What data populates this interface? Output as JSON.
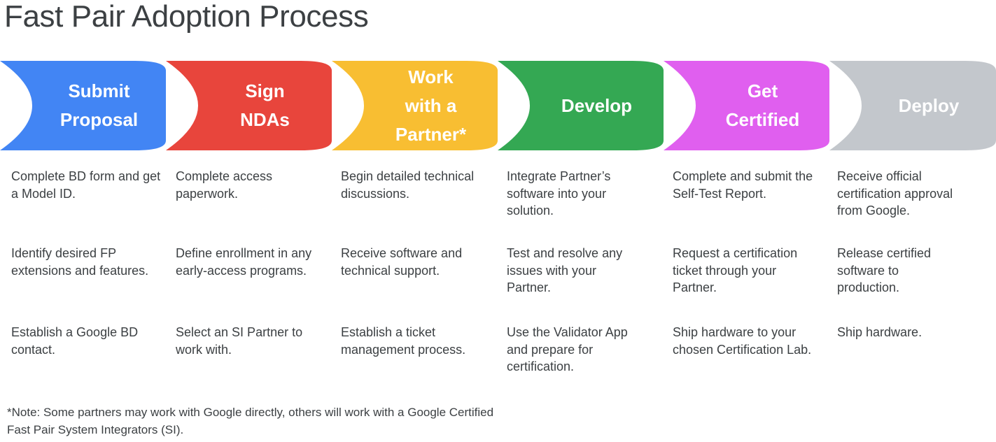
{
  "page": {
    "title": "Fast Pair Adoption Process",
    "footnote": "*Note: Some partners may work with Google directly, others will work with a Google Certified Fast Pair System Integrators (SI)."
  },
  "colors": {
    "blue": "#4285F4",
    "red": "#E8453C",
    "yellow": "#F8BE32",
    "green": "#34A853",
    "magenta": "#E05FEF",
    "gray": "#C3C7CC",
    "text": "#3c4043",
    "label_text": "#FFFFFF",
    "background": "#FFFFFF"
  },
  "stages": [
    {
      "id": "submit-proposal",
      "label_lines": [
        "Submit",
        "Proposal"
      ],
      "color": "#4285F4",
      "bullets": [
        "Complete BD form and get a Model ID.",
        "Identify desired FP extensions and features.",
        "Establish a Google BD contact."
      ]
    },
    {
      "id": "sign-ndas",
      "label_lines": [
        "Sign",
        "NDAs"
      ],
      "color": "#E8453C",
      "bullets": [
        "Complete access paperwork.",
        "Define enrollment in any early-access programs.",
        "Select an SI Partner to work with."
      ]
    },
    {
      "id": "work-with-a-partner",
      "label_lines": [
        "Work",
        "with a",
        "Partner*"
      ],
      "color": "#F8BE32",
      "bullets": [
        "Begin detailed technical discussions.",
        "Receive software and technical support.",
        "Establish a ticket management process."
      ]
    },
    {
      "id": "develop",
      "label_lines": [
        "Develop"
      ],
      "color": "#34A853",
      "bullets": [
        "Integrate Partner’s software into your solution.",
        "Test and resolve any issues with your Partner.",
        "Use the Validator App and prepare for certification."
      ]
    },
    {
      "id": "get-certified",
      "label_lines": [
        "Get",
        "Certified"
      ],
      "color": "#E05FEF",
      "bullets": [
        "Complete and submit the Self-Test Report.",
        "Request a certification ticket through your Partner.",
        "Ship hardware to your chosen Certification Lab."
      ]
    },
    {
      "id": "deploy",
      "label_lines": [
        "Deploy"
      ],
      "color": "#C3C7CC",
      "bullets": [
        "Receive official certification approval from Google.",
        "Release certified software to production.",
        "Ship hardware."
      ]
    }
  ]
}
